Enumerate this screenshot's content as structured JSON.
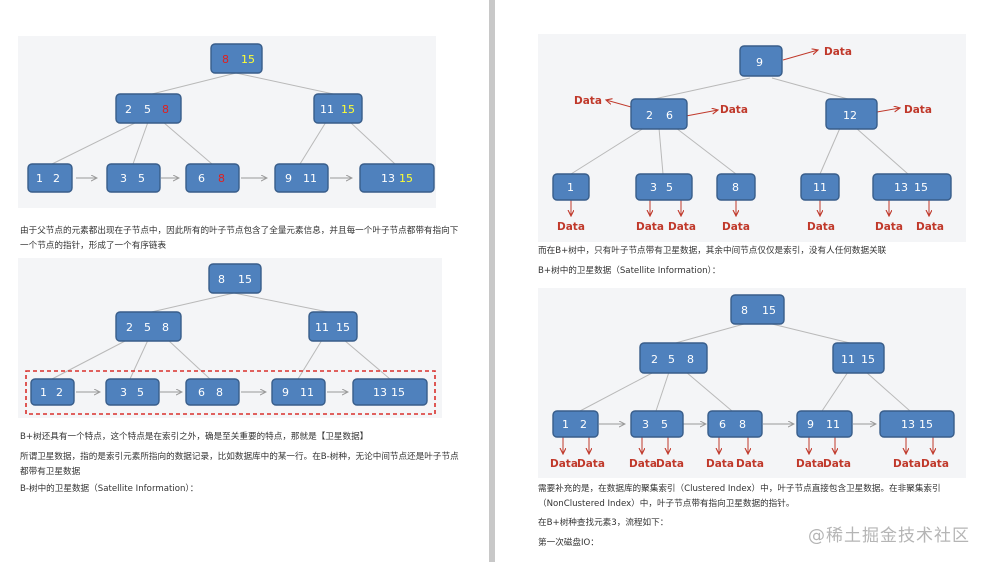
{
  "fig1": {
    "root": {
      "a": "8",
      "b": "15"
    },
    "mid_left": {
      "a": "2",
      "b": "5",
      "c": "8"
    },
    "mid_right": {
      "a": "11",
      "b": "15"
    },
    "leaves": [
      {
        "a": "1",
        "b": "2"
      },
      {
        "a": "3",
        "b": "5"
      },
      {
        "a": "6",
        "b": "8"
      },
      {
        "a": "9",
        "b": "11"
      },
      {
        "a": "13",
        "b": "15"
      }
    ]
  },
  "para1": "由于父节点的元素都出现在子节点中，因此所有的叶子节点包含了全量元素信息，并且每一个叶子节点都带有指向下一个节点的指针，形成了一个有序链表",
  "fig2": {
    "root": {
      "a": "8",
      "b": "15"
    },
    "mid_left": {
      "a": "2",
      "b": "5",
      "c": "8"
    },
    "mid_right": {
      "a": "11",
      "b": "15"
    },
    "leaves": [
      {
        "a": "1",
        "b": "2"
      },
      {
        "a": "3",
        "b": "5"
      },
      {
        "a": "6",
        "b": "8"
      },
      {
        "a": "9",
        "b": "11"
      },
      {
        "a": "13",
        "b": "15"
      }
    ]
  },
  "para2": "B+树还具有一个特点，这个特点是在索引之外，确是至关重要的特点，那就是【卫星数据】",
  "para3": "所谓卫星数据，指的是索引元素所指向的数据记录，比如数据库中的某一行。在B-树种，无论中间节点还是叶子节点都带有卫星数据",
  "para4": "B-树中的卫星数据（Satellite Information）：",
  "fig3": {
    "root": "9",
    "mid_left": {
      "a": "2",
      "b": "6"
    },
    "mid_right": "12",
    "leaves": [
      {
        "a": "1"
      },
      {
        "a": "3",
        "b": "5"
      },
      {
        "a": "8"
      },
      {
        "a": "11"
      },
      {
        "a": "13",
        "b": "15"
      }
    ],
    "data_label": "Data"
  },
  "para5": "而在B+树中，只有叶子节点带有卫星数据，其余中间节点仅仅是索引，没有人任何数据关联",
  "para6": "B+树中的卫星数据（Satellite Information）：",
  "fig4": {
    "root": {
      "a": "8",
      "b": "15"
    },
    "mid_left": {
      "a": "2",
      "b": "5",
      "c": "8"
    },
    "mid_right": {
      "a": "11",
      "b": "15"
    },
    "leaves": [
      {
        "a": "1",
        "b": "2"
      },
      {
        "a": "3",
        "b": "5"
      },
      {
        "a": "6",
        "b": "8"
      },
      {
        "a": "9",
        "b": "11"
      },
      {
        "a": "13",
        "b": "15"
      }
    ],
    "data_label": "Data"
  },
  "para7": "需要补充的是，在数据库的聚集索引（Clustered Index）中，叶子节点直接包含卫星数据。在非聚集索引（NonClustered Index）中，叶子节点带有指向卫星数据的指针。",
  "para8": "在B+树种查找元素3，流程如下：",
  "para9": "第一次磁盘IO：",
  "watermark": "@稀土掘金技术社区",
  "colors": {
    "node_fill": "#4f81bd",
    "node_stroke": "#385d8a",
    "highlight_red": "#e02020",
    "highlight_yellow": "#ffff33",
    "data_red": "#c0392b",
    "dashed_box": "#d9302c"
  }
}
